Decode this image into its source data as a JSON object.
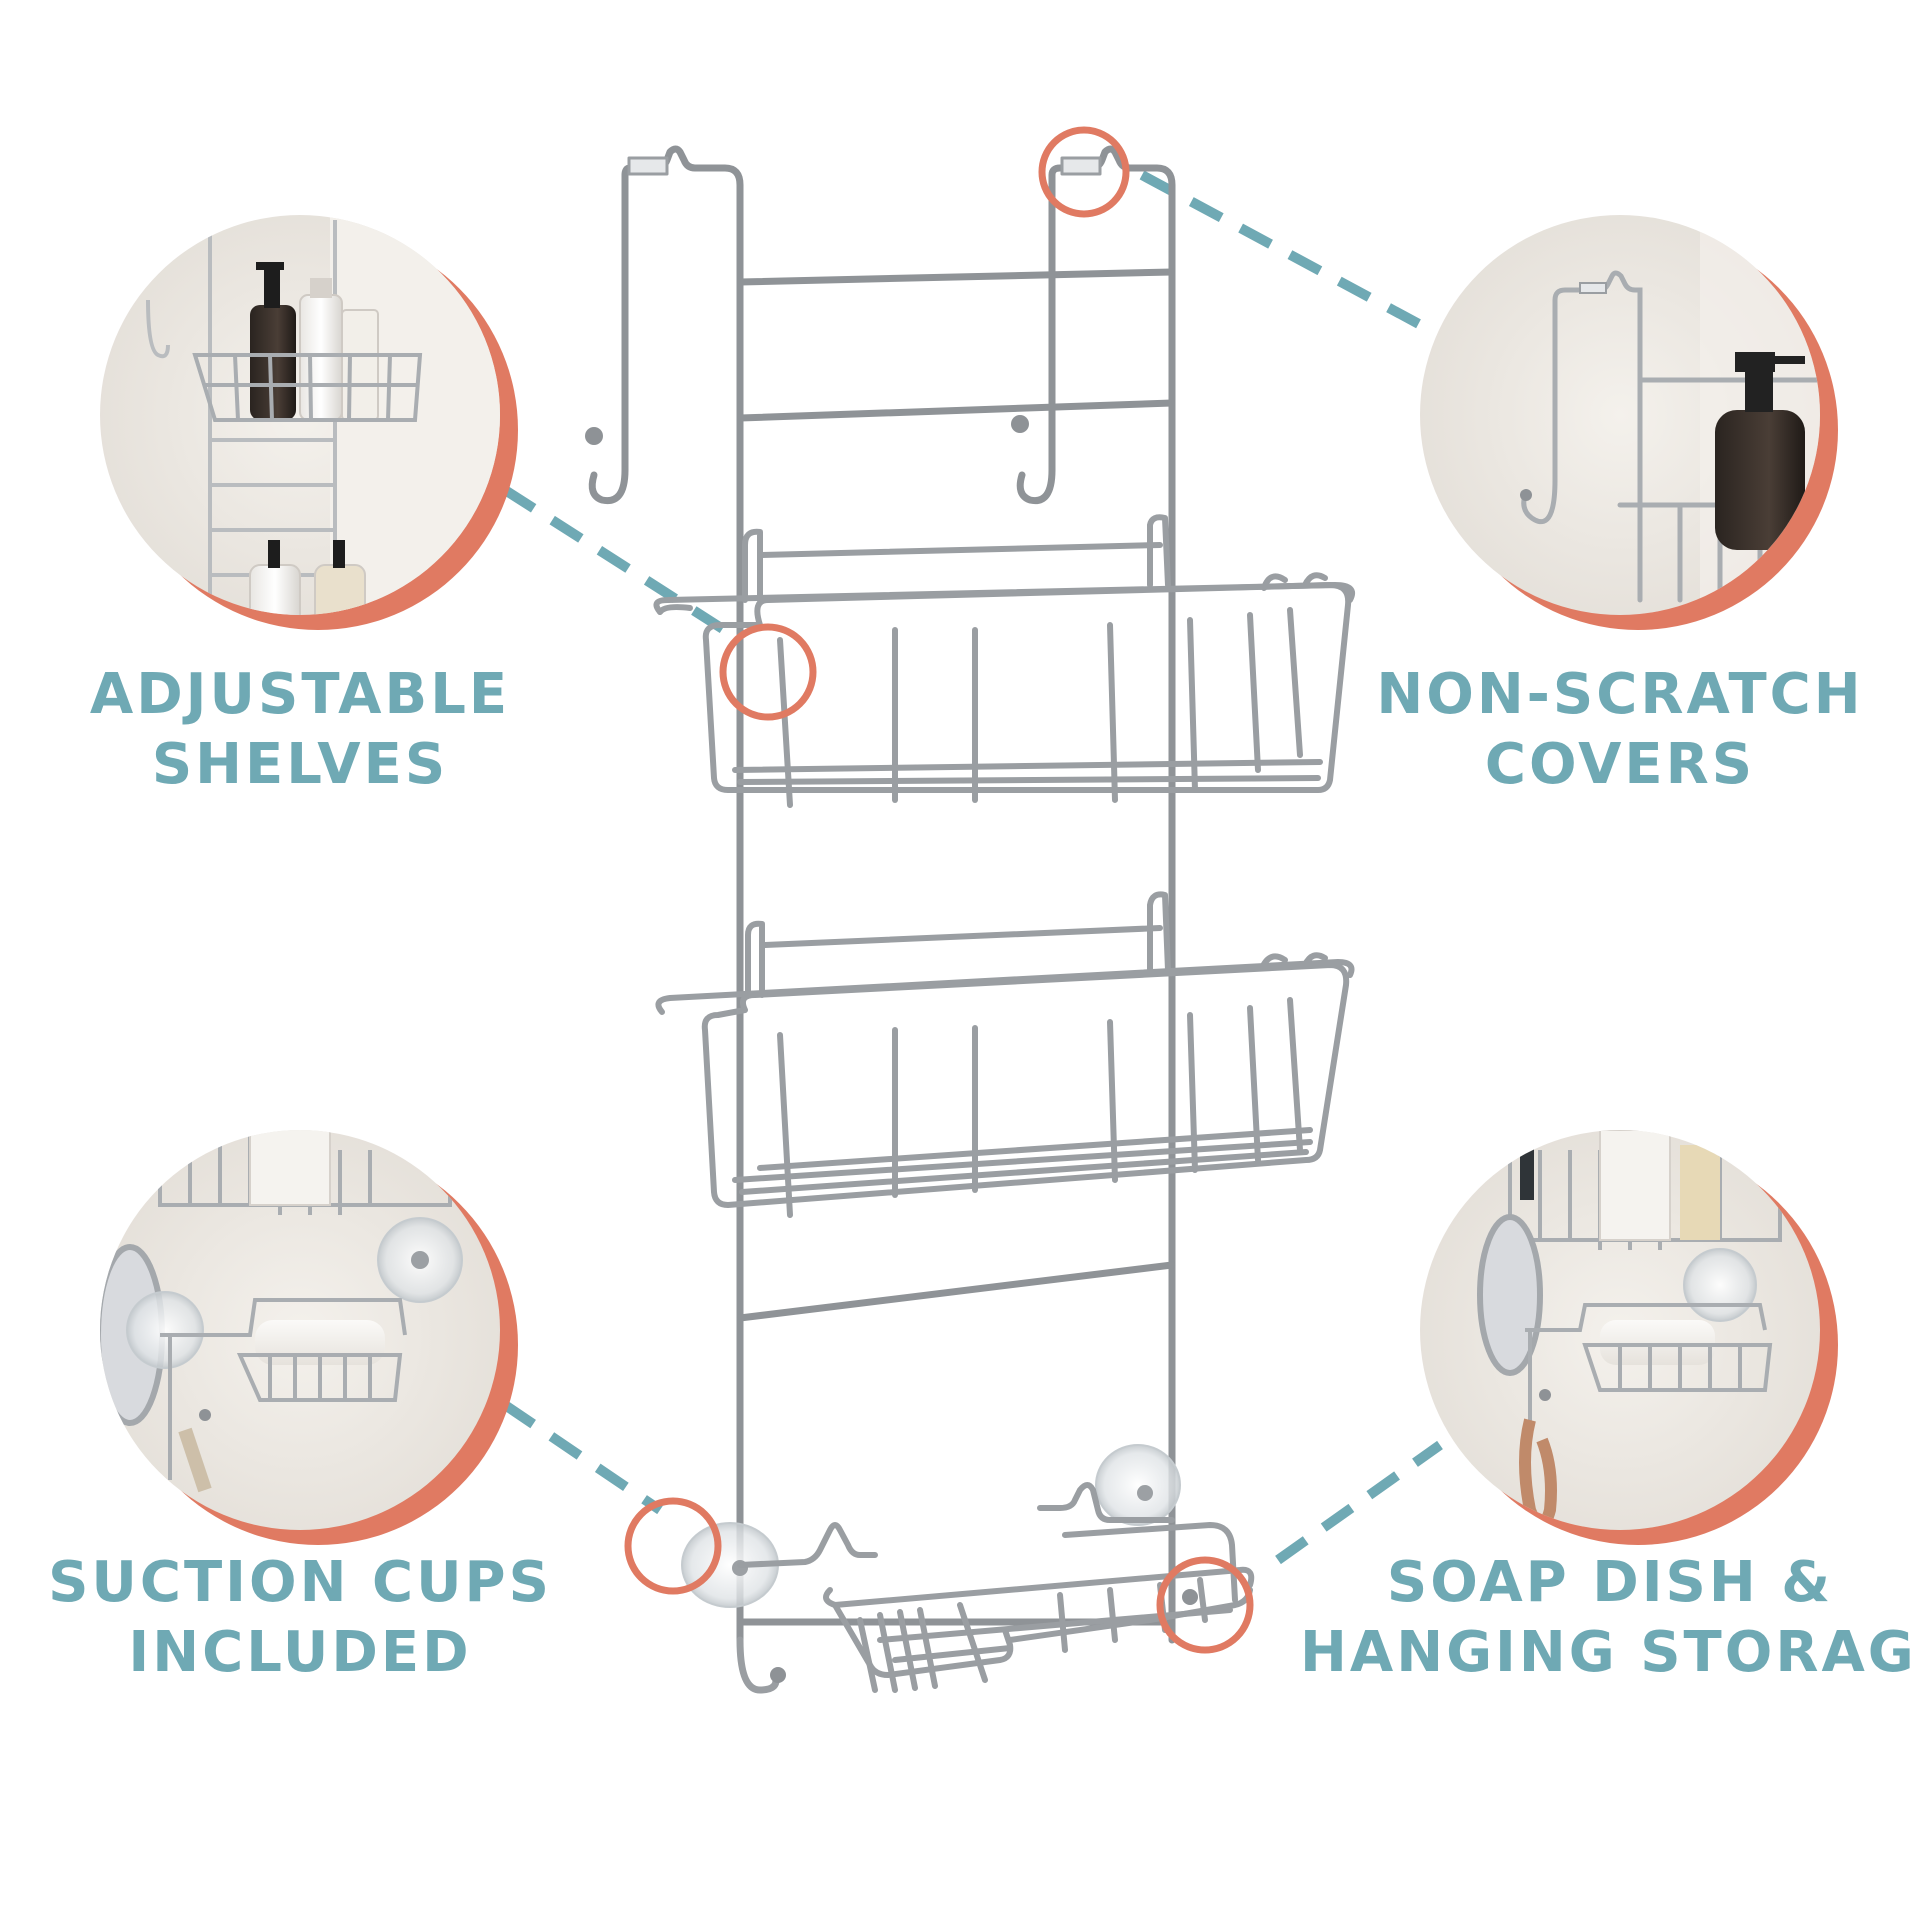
{
  "colors": {
    "accent_teal": "#6FA9B4",
    "accent_coral": "#E07A62",
    "wire_silver": "#9A9EA2",
    "wire_highlight": "#D6D9DC",
    "background": "#FFFFFF",
    "photo_background": "#ECE8E3"
  },
  "features": [
    {
      "id": "adjustable-shelves",
      "lines": [
        "ADJUSTABLE",
        "SHELVES"
      ],
      "icon": "basket-closeup-photo"
    },
    {
      "id": "non-scratch-covers",
      "lines": [
        "NON-SCRATCH",
        "COVERS"
      ],
      "icon": "hook-cover-closeup-photo"
    },
    {
      "id": "suction-cups",
      "lines": [
        "SUCTION CUPS",
        "INCLUDED"
      ],
      "icon": "suction-cup-closeup-photo"
    },
    {
      "id": "soap-dish",
      "lines": [
        "SOAP DISH &",
        "HANGING STORAGE"
      ],
      "icon": "soap-dish-closeup-photo"
    }
  ],
  "product": {
    "shelf_count": 2,
    "has_soap_dish": true,
    "suction_cup_count": 2
  }
}
